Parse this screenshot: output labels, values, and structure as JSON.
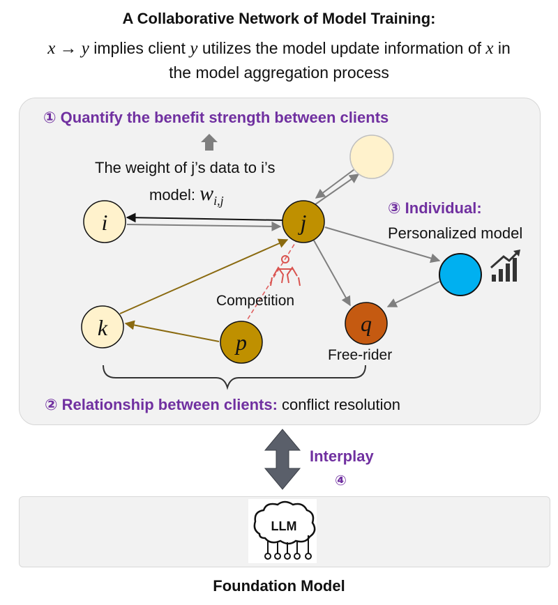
{
  "header": {
    "title": "A Collaborative Network of Model Training:",
    "line1_prefix": "x → y",
    "line1_mid1": " implies client ",
    "line1_var": "y",
    "line1_mid2": " utilizes the model update information of ",
    "line1_var2": "x",
    "line1_suffix": " in",
    "line2": "the model aggregation process"
  },
  "panel": {
    "step1": {
      "marker": "①",
      "text": "Quantify the benefit strength between clients"
    },
    "weight_line1": "The weight of j’s data to i’s",
    "weight_line2_prefix": "model: ",
    "weight_symbol": "w",
    "weight_subscript": "i,j",
    "step3": {
      "marker": "③",
      "title": "Individual:",
      "text": "Personalized model"
    },
    "competition_label": "Competition",
    "free_rider_label": "Free-rider",
    "step2": {
      "marker": "②",
      "title": "Relationship between clients:",
      "text": " conflict resolution"
    }
  },
  "nodes": {
    "i": {
      "label": "i",
      "color": "#fff2cc"
    },
    "j": {
      "label": "j",
      "color": "#bf9000"
    },
    "k": {
      "label": "k",
      "color": "#fff2cc"
    },
    "p": {
      "label": "p",
      "color": "#bf9000"
    },
    "q": {
      "label": "q",
      "color": "#c55a11"
    },
    "top": {
      "label": "",
      "color": "#fff2cc"
    },
    "personal": {
      "label": "",
      "color": "#00b0f0"
    }
  },
  "interplay": {
    "label": "Interplay",
    "marker": "④"
  },
  "llm": {
    "label": "LLM"
  },
  "footer": {
    "label": "Foundation Model"
  },
  "colors": {
    "accent": "#7030a0",
    "edge_gray": "#7f7f7f",
    "edge_gold": "#8a6a10",
    "competition_red": "#e06060"
  }
}
